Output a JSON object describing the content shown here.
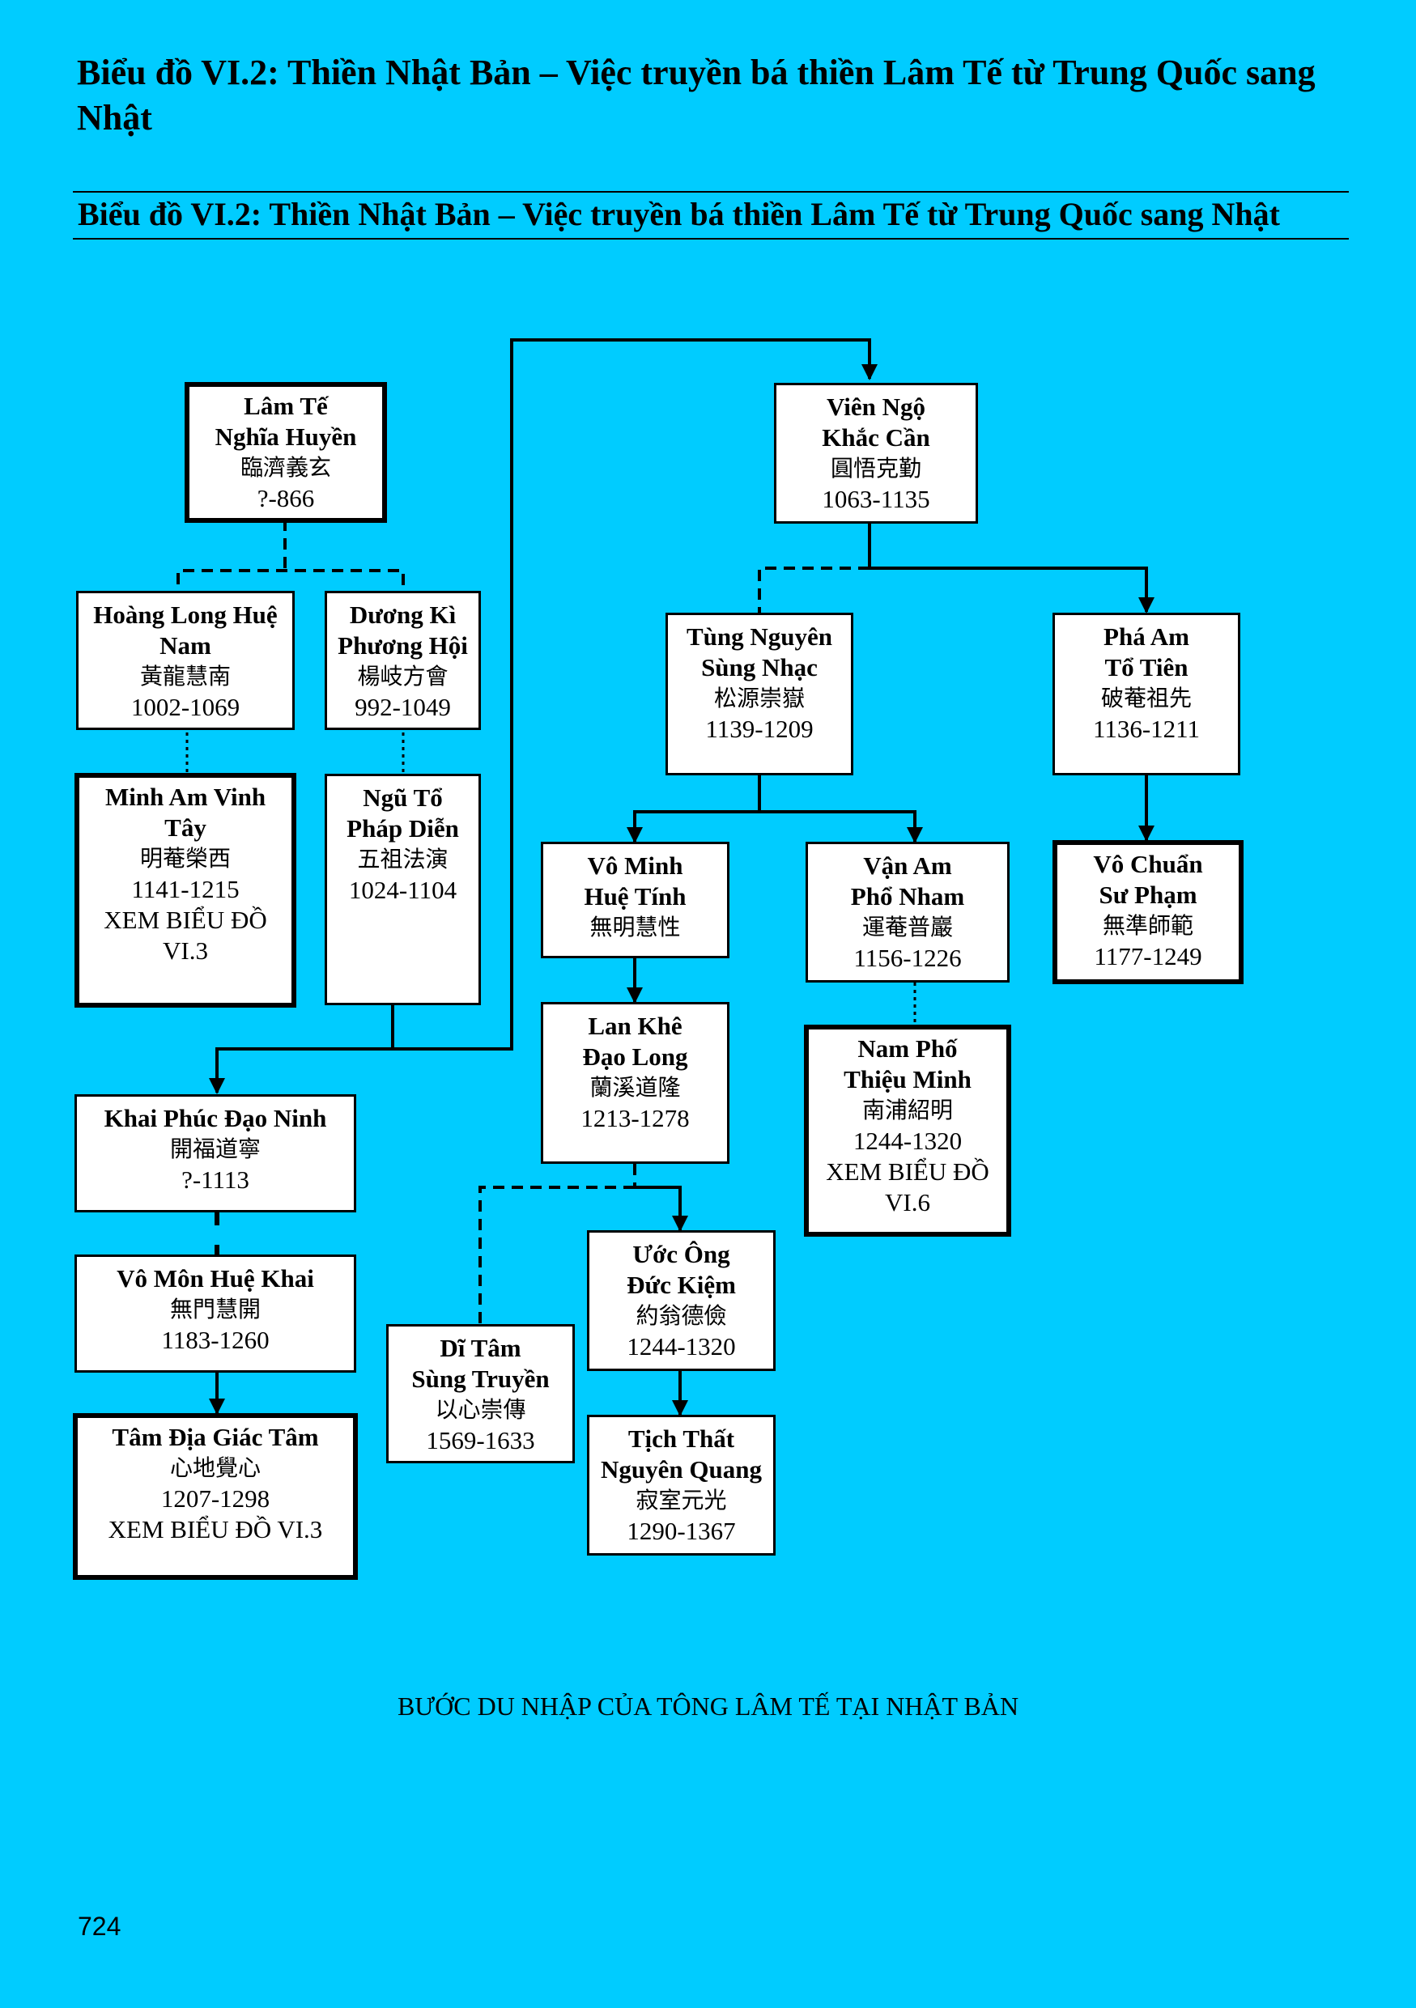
{
  "page": {
    "heading": "Biểu đồ VI.2: Thiền Nhật Bản – Việc truyền bá thiền Lâm Tế từ Trung Quốc sang Nhật",
    "subheading": "Biểu đồ VI.2: Thiền Nhật Bản – Việc truyền bá thiền Lâm Tế từ Trung Quốc sang Nhật",
    "caption": "BƯỚC DU NHẬP CỦA TÔNG LÂM TẾ TẠI NHẬT BẢN",
    "page_number": "724",
    "background_color": "#00CCFF"
  },
  "nodes": {
    "lamte": {
      "vn": [
        "Lâm Tế",
        "Nghĩa Huyền"
      ],
      "han": "臨濟義玄",
      "years": "?-866",
      "emphasis": true
    },
    "hoanglong": {
      "vn": [
        "Hoàng Long Huệ",
        "Nam"
      ],
      "han": "黃龍慧南",
      "years": "1002-1069",
      "emphasis": false
    },
    "duongki": {
      "vn": [
        "Dương Kì",
        "Phương Hội"
      ],
      "han": "楊岐方會",
      "years": "992-1049",
      "emphasis": false
    },
    "minham": {
      "vn": [
        "Minh Am Vinh",
        "Tây"
      ],
      "han": "明菴榮西",
      "years": "1141-1215",
      "note": [
        "XEM BIỂU ĐỒ",
        "VI.3"
      ],
      "emphasis": true
    },
    "nguto": {
      "vn": [
        "Ngũ Tổ",
        "Pháp Diễn"
      ],
      "han": "五祖法演",
      "years": "1024-1104",
      "emphasis": false
    },
    "khaiphuc": {
      "vn": [
        "Khai Phúc Đạo Ninh"
      ],
      "han": "開福道寧",
      "years": "?-1113",
      "emphasis": false
    },
    "vomon": {
      "vn": [
        "Vô Môn Huệ Khai"
      ],
      "han": "無門慧開",
      "years": "1183-1260",
      "emphasis": false
    },
    "tamdia": {
      "vn": [
        "Tâm Địa Giác Tâm"
      ],
      "han": "心地覺心",
      "years": "1207-1298",
      "note": [
        "XEM BIỂU ĐỒ VI.3"
      ],
      "emphasis": true
    },
    "vienngo": {
      "vn": [
        "Viên Ngộ",
        "Khắc Cần"
      ],
      "han": "圓悟克勤",
      "years": "1063-1135",
      "emphasis": false
    },
    "tungnguyen": {
      "vn": [
        "Tùng Nguyên",
        "Sùng Nhạc"
      ],
      "han": "松源崇嶽",
      "years": "1139-1209",
      "emphasis": false
    },
    "phaam": {
      "vn": [
        "Phá Am",
        "Tổ Tiên"
      ],
      "han": "破菴祖先",
      "years": "1136-1211",
      "emphasis": false
    },
    "vominh": {
      "vn": [
        "Vô Minh",
        "Huệ Tính"
      ],
      "han": "無明慧性",
      "years": "",
      "emphasis": false
    },
    "vanam": {
      "vn": [
        "Vận Am",
        "Phổ Nham"
      ],
      "han": "運菴普巖",
      "years": "1156-1226",
      "emphasis": false
    },
    "vochuan": {
      "vn": [
        "Vô Chuẩn",
        "Sư Phạm"
      ],
      "han": "無準師範",
      "years": "1177-1249",
      "emphasis": true
    },
    "lankhe": {
      "vn": [
        "Lan Khê",
        "Đạo Long"
      ],
      "han": "蘭溪道隆",
      "years": "1213-1278",
      "emphasis": false
    },
    "nampho": {
      "vn": [
        "Nam Phố",
        "Thiệu Minh"
      ],
      "han": "南浦紹明",
      "years": "1244-1320",
      "note": [
        "XEM BIỂU ĐỒ",
        "VI.6"
      ],
      "emphasis": true
    },
    "uocong": {
      "vn": [
        "Ước Ông",
        "Đức Kiệm"
      ],
      "han": "約翁德儉",
      "years": "1244-1320",
      "emphasis": false
    },
    "ditam": {
      "vn": [
        "Dĩ Tâm",
        "Sùng Truyền"
      ],
      "han": "以心崇傳",
      "years": "1569-1633",
      "emphasis": false
    },
    "tichthat": {
      "vn": [
        "Tịch Thất",
        "Nguyên Quang"
      ],
      "han": "寂室元光",
      "years": "1290-1367",
      "emphasis": false
    }
  },
  "edges": [
    {
      "from": "lamte",
      "to": "hoanglong",
      "style": "dashed"
    },
    {
      "from": "lamte",
      "to": "duongki",
      "style": "dashed"
    },
    {
      "from": "hoanglong",
      "to": "minham",
      "style": "dotted"
    },
    {
      "from": "duongki",
      "to": "nguto",
      "style": "dotted"
    },
    {
      "from": "nguto",
      "to": "khaiphuc",
      "style": "solid-arrow"
    },
    {
      "from": "nguto",
      "to": "vienngo",
      "style": "solid-arrow"
    },
    {
      "from": "khaiphuc",
      "to": "vomon",
      "style": "dashed"
    },
    {
      "from": "vomon",
      "to": "tamdia",
      "style": "solid-arrow"
    },
    {
      "from": "vienngo",
      "to": "tungnguyen",
      "style": "dashed"
    },
    {
      "from": "vienngo",
      "to": "phaam",
      "style": "solid-arrow"
    },
    {
      "from": "tungnguyen",
      "to": "vominh",
      "style": "solid-arrow"
    },
    {
      "from": "tungnguyen",
      "to": "vanam",
      "style": "solid-arrow"
    },
    {
      "from": "phaam",
      "to": "vochuan",
      "style": "solid-arrow"
    },
    {
      "from": "vominh",
      "to": "lankhe",
      "style": "solid-arrow"
    },
    {
      "from": "vanam",
      "to": "nampho",
      "style": "dotted"
    },
    {
      "from": "lankhe",
      "to": "uocong",
      "style": "solid-arrow"
    },
    {
      "from": "lankhe",
      "to": "ditam",
      "style": "dashed"
    },
    {
      "from": "uocong",
      "to": "tichthat",
      "style": "solid-arrow"
    }
  ]
}
